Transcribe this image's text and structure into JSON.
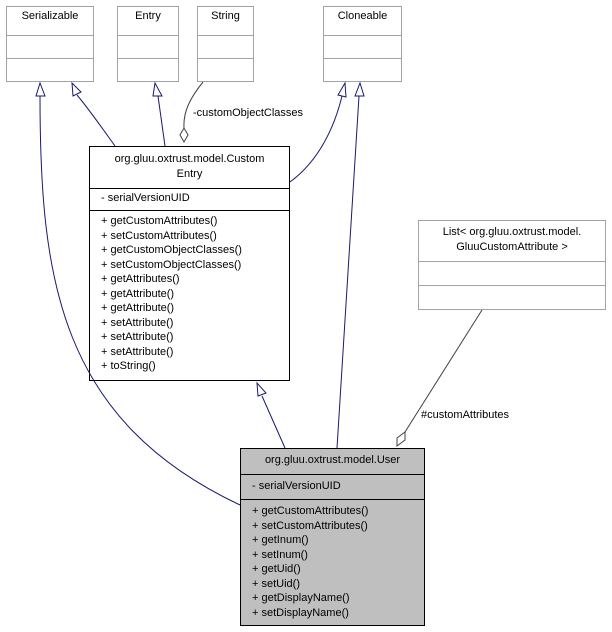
{
  "classes": {
    "serializable": {
      "name": "Serializable"
    },
    "entry": {
      "name": "Entry"
    },
    "string": {
      "name": "String"
    },
    "cloneable": {
      "name": "Cloneable"
    },
    "custom_entry": {
      "name_line1": "org.gluu.oxtrust.model.Custom",
      "name_line2": "Entry",
      "attributes": [
        "- serialVersionUID"
      ],
      "methods": [
        "+ getCustomAttributes()",
        "+ setCustomAttributes()",
        "+ getCustomObjectClasses()",
        "+ setCustomObjectClasses()",
        "+ getAttributes()",
        "+ getAttribute()",
        "+ getAttribute()",
        "+ setAttribute()",
        "+ setAttribute()",
        "+ setAttribute()",
        "+ toString()"
      ]
    },
    "list_gluu": {
      "name_line1": "List< org.gluu.oxtrust.model.",
      "name_line2": "GluuCustomAttribute >"
    },
    "user": {
      "name": "org.gluu.oxtrust.model.User",
      "attributes": [
        "- serialVersionUID"
      ],
      "methods": [
        "+ getCustomAttributes()",
        "+ setCustomAttributes()",
        "+ getInum()",
        "+ setInum()",
        "+ getUid()",
        "+ setUid()",
        "+ getDisplayName()",
        "+ setDisplayName()"
      ]
    }
  },
  "edge_labels": {
    "custom_object_classes": "-customObjectClasses",
    "custom_attributes": "#customAttributes"
  },
  "colors": {
    "inheritance": "#191970",
    "association": "#404040",
    "focus_fill": "#bfbfbf",
    "external_border": "#a3a3a3"
  }
}
